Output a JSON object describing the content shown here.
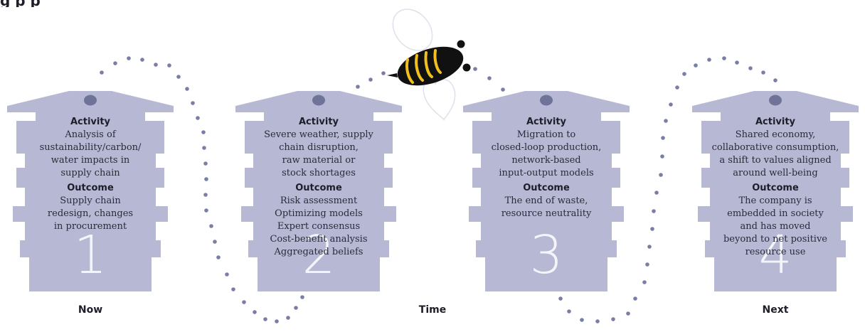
{
  "header_fragment": "g                    p                    p",
  "stages": [
    {
      "number": "1",
      "activity_heading": "Activity",
      "activity_lines": [
        "Analysis of",
        "sustainability/carbon/",
        "water impacts in",
        "supply chain"
      ],
      "outcome_heading": "Outcome",
      "outcome_lines": [
        "Supply chain",
        "redesign, changes",
        "in procurement"
      ]
    },
    {
      "number": "2",
      "activity_heading": "Activity",
      "activity_lines": [
        "Severe weather, supply",
        "chain disruption,",
        "raw material or",
        "stock shortages"
      ],
      "outcome_heading": "Outcome",
      "outcome_lines": [
        "Risk assessment",
        "Optimizing models",
        "Expert consensus",
        "Cost-benefit analysis",
        "Aggregated beliefs"
      ]
    },
    {
      "number": "3",
      "activity_heading": "Activity",
      "activity_lines": [
        "Migration to",
        "closed-loop production,",
        "network-based",
        "input-output models"
      ],
      "outcome_heading": "Outcome",
      "outcome_lines": [
        "The end of waste,",
        "resource neutrality"
      ]
    },
    {
      "number": "4",
      "activity_heading": "Activity",
      "activity_lines": [
        "Shared economy,",
        "collaborative consumption,",
        "a shift to values aligned",
        "around well-being"
      ],
      "outcome_heading": "Outcome",
      "outcome_lines": [
        "The company is",
        "embedded in society",
        "and has moved",
        "beyond to net positive",
        "resource use"
      ]
    }
  ],
  "timeline": {
    "now_label": "Now",
    "time_label": "Time",
    "next_label": "Next"
  },
  "colors": {
    "hive": "#b7b8d3",
    "hole": "#6f7398",
    "dots": "#7a7ea6",
    "bee_body": "#111111",
    "bee_stripe": "#f2c01e",
    "wing": "#ffffff",
    "wing_stroke": "#d9dae8",
    "number": "#ffffff"
  }
}
